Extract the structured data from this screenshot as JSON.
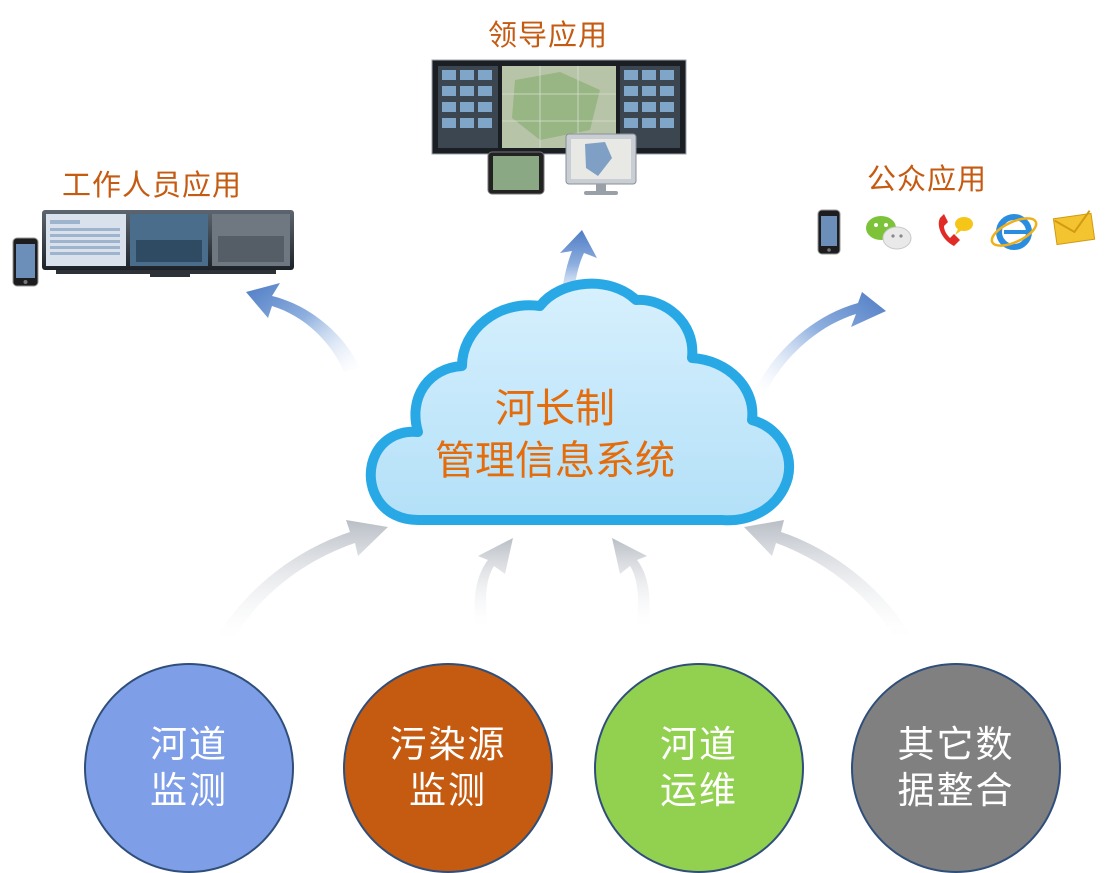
{
  "targets": {
    "leader": "领导应用",
    "staff": "工作人员应用",
    "public": "公众应用"
  },
  "cloud": {
    "line1": "河长制",
    "line2": "管理信息系统",
    "fill": "#bfe6fb",
    "stroke": "#28a9e6"
  },
  "sources": [
    {
      "line1": "河道",
      "line2": "监测",
      "color": "#7f9ee8"
    },
    {
      "line1": "污染源",
      "line2": "监测",
      "color": "#c55a11"
    },
    {
      "line1": "河道",
      "line2": "运维",
      "color": "#92d050"
    },
    {
      "line1": "其它数",
      "line2": "据整合",
      "color": "#808080"
    }
  ],
  "colors": {
    "label": "#c55a11",
    "cloud_text": "#e46c0a",
    "out_arrow": "#5b86c9",
    "in_arrow": "#c9cdd3"
  },
  "public_icons": [
    "phone-icon",
    "wechat-icon",
    "call-icon",
    "ie-browser-icon",
    "email-icon"
  ]
}
